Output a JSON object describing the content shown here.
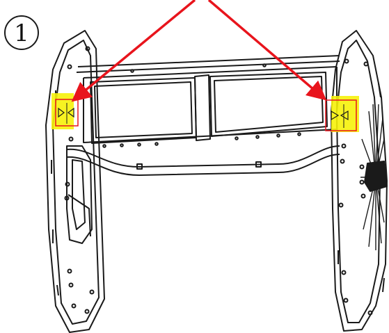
{
  "step": {
    "number": "1"
  },
  "colors": {
    "line": "#1a1a1a",
    "arrow": "#e8141c",
    "highlight": "#f6f20a",
    "marker_outline": "#e8141c"
  },
  "icons": [
    "step-number-circle",
    "pointer-arrow",
    "alignment-marker-triangle"
  ]
}
